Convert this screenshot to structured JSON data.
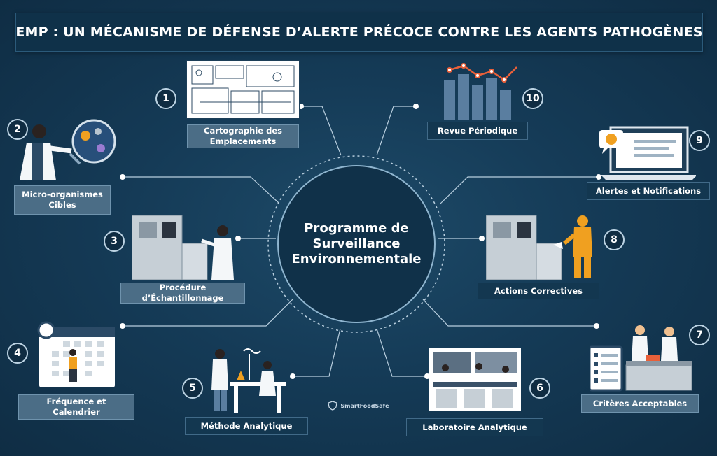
{
  "title": "EMP : UN MÉCANISME DE DÉFENSE D’ALERTE PRÉCOCE CONTRE LES AGENTS PATHOGÈNES",
  "center": {
    "text": "Programme de Surveillance Environnementale"
  },
  "steps": [
    {
      "number": "1",
      "label": "Cartographie des Emplacements"
    },
    {
      "number": "2",
      "label": "Micro-organismes Cibles"
    },
    {
      "number": "3",
      "label": "Procédure d’Échantillonnage"
    },
    {
      "number": "4",
      "label": "Fréquence et Calendrier"
    },
    {
      "number": "5",
      "label": "Méthode Analytique"
    },
    {
      "number": "6",
      "label": "Laboratoire Analytique"
    },
    {
      "number": "7",
      "label": "Critères Acceptables"
    },
    {
      "number": "8",
      "label": "Actions Correctives"
    },
    {
      "number": "9",
      "label": "Alertes et Notifications"
    },
    {
      "number": "10",
      "label": "Revue Périodique"
    }
  ],
  "logo": {
    "name": "SmartFoodSafe"
  },
  "colors": {
    "background": "#153b57",
    "label_light": "#4b6d86",
    "label_dark": "#133750",
    "accent_orange": "#f0a020",
    "accent_red": "#e8603a"
  },
  "icons": [
    "floor-plan-icon",
    "scientist-microscope-icon",
    "sampling-machine-icon",
    "calendar-icon",
    "lab-bench-icon",
    "laboratory-icon",
    "checklist-lab-icon",
    "hazmat-worker-icon",
    "laptop-alert-icon",
    "bar-chart-trend-icon"
  ]
}
